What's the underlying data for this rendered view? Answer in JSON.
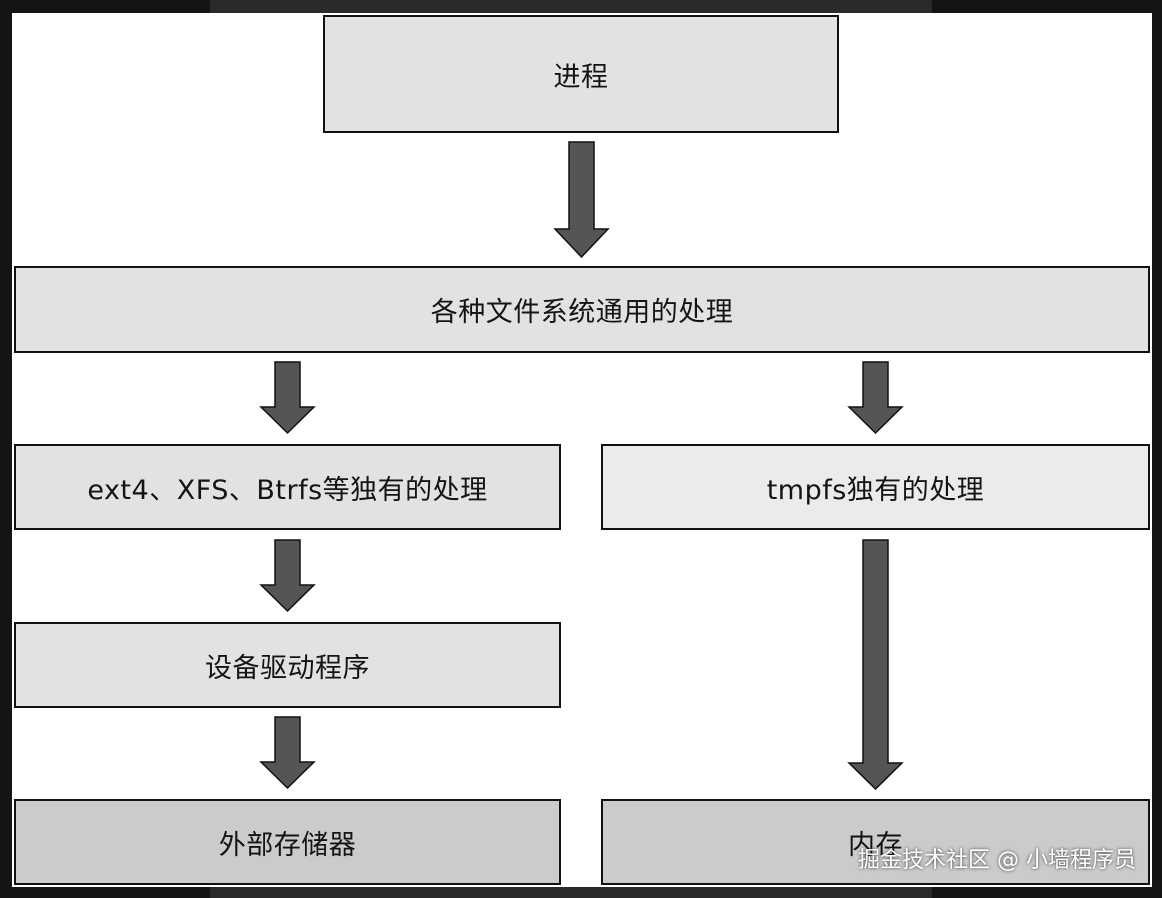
{
  "nodes": {
    "process": "进程",
    "common": "各种文件系统通用的处理",
    "ext4": "ext4、XFS、Btrfs等独有的处理",
    "tmpfs": "tmpfs独有的处理",
    "driver": "设备驱动程序",
    "storage": "外部存储器",
    "memory": "内存"
  },
  "watermark": "掘金技术社区 @ 小墙程序员"
}
